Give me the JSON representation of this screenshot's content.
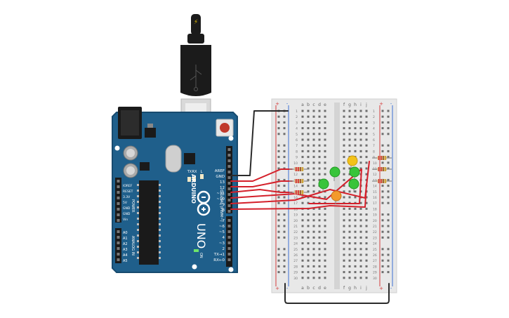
{
  "scene": "arduino-breadboard-circuit",
  "colors": {
    "board": "#1f5f8b",
    "board_edge": "#174a6e",
    "breadboard": "#e8e8e8",
    "wire_red": "#d4202a",
    "wire_black": "#2b2b2b",
    "led_green": "#38c43a",
    "led_yellow": "#f2c21a",
    "led_orange": "#f39a2b",
    "usb_black": "#1b1b1b",
    "usb_silver": "#d8d8d8",
    "rail_plus": "#d43b3b",
    "rail_minus": "#3b6fd4"
  },
  "arduino": {
    "logo": "ARDUINO",
    "model": "UNO",
    "digital_label": "DIGITAL (PWM~)",
    "power_label": "POWER",
    "analog_label": "ANALOG IN",
    "on_label": "ON",
    "l_label": "L",
    "tx_label": "TX",
    "rx_label": "RX",
    "top_header": [
      "AREF",
      "GND",
      "13",
      "12",
      "~11",
      "~10",
      "~9",
      "8"
    ],
    "bottom_header": [
      "7",
      "~6",
      "~5",
      "4",
      "~3",
      "2",
      "TX→1",
      "RX←0"
    ],
    "power_pins": [
      "IOREF",
      "RESET",
      "3.3V",
      "5V",
      "GND",
      "GND",
      "Vin"
    ],
    "analog_pins": [
      "A0",
      "A1",
      "A2",
      "A3",
      "A4",
      "A5"
    ]
  },
  "breadboard": {
    "cols_left": [
      "a",
      "b",
      "c",
      "d",
      "e"
    ],
    "cols_right": [
      "f",
      "g",
      "h",
      "i",
      "j"
    ],
    "rows": [
      "1",
      "2",
      "3",
      "4",
      "5",
      "6",
      "7",
      "8",
      "9",
      "10",
      "11",
      "12",
      "13",
      "14",
      "15",
      "16",
      "17",
      "18",
      "19",
      "20",
      "21",
      "22",
      "23",
      "24",
      "25",
      "26",
      "27",
      "28",
      "29",
      "30"
    ],
    "plus": "+",
    "minus": "-"
  }
}
